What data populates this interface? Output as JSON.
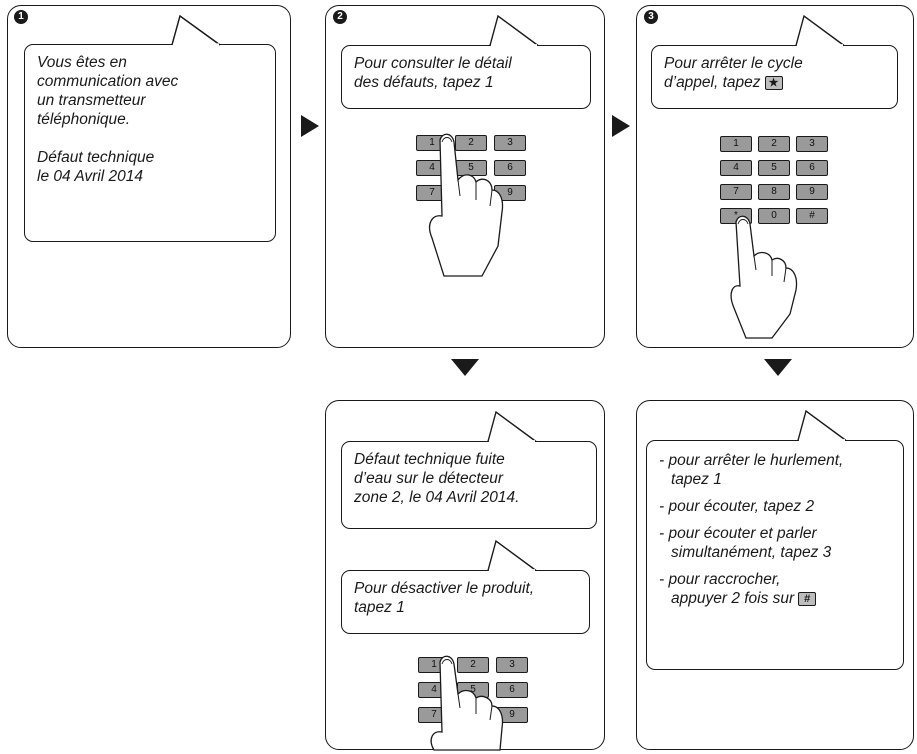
{
  "steps": [
    {
      "number": "1",
      "text_lines": [
        "Vous êtes en",
        "communication avec",
        "un transmetteur",
        "téléphonique.",
        "",
        "Défaut technique",
        "le 04 Avril 2014"
      ]
    },
    {
      "number": "2",
      "text_lines": [
        "Pour consulter le détail",
        "des défauts, tapez 1"
      ]
    },
    {
      "number": "3",
      "text_lines": [
        "Pour arrêter le cycle",
        "d’appel, tapez"
      ],
      "key_icon": "★"
    }
  ],
  "step4": {
    "bubble1_lines": [
      "Défaut technique fuite",
      "d’eau sur le détecteur",
      "zone 2, le 04 Avril 2014."
    ],
    "bubble2_lines": [
      "Pour désactiver le produit,",
      "tapez 1"
    ]
  },
  "step5": {
    "items": [
      [
        "- pour arrêter le hurlement,",
        "tapez 1"
      ],
      [
        "- pour écouter, tapez 2"
      ],
      [
        "- pour écouter et parler",
        "simultanément, tapez 3"
      ],
      [
        "- pour raccrocher,",
        "appuyer 2 fois sur"
      ]
    ],
    "key_icon": "#"
  },
  "keypad": {
    "rows": [
      [
        "1",
        "2",
        "3"
      ],
      [
        "4",
        "5",
        "6"
      ],
      [
        "7",
        "8",
        "9"
      ],
      [
        "*",
        "0",
        "#"
      ]
    ]
  },
  "icons": {
    "hand": "pointing-hand-icon",
    "arrow_right": "arrow-right-icon",
    "arrow_down": "arrow-down-icon"
  },
  "colors": {
    "key_fill": "#9a9a9a",
    "outline": "#1a1a1a"
  }
}
